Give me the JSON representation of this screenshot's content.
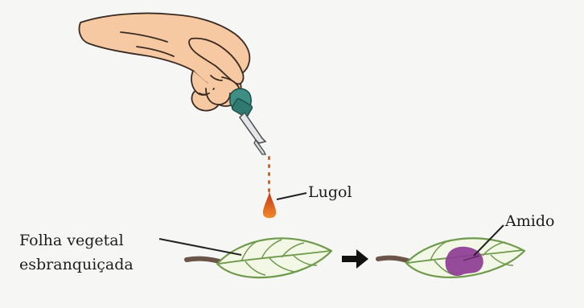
{
  "labels": {
    "lugol": "Lugol",
    "folha_line1": "Folha vegetal",
    "folha_line2": "esbranquiçada",
    "amido": "Amido"
  },
  "colors": {
    "background": "#f6f6f4",
    "skin": "#f6c9a3",
    "skin_outline": "#3a2b22",
    "dropper_cap": "#3d8f84",
    "dropper_glass": "#e3e7ea",
    "lugol_drop": "#d9621b",
    "leaf_fill": "#f3f7e6",
    "leaf_vein": "#6f9a4c",
    "stem": "#6b5548",
    "starch_stain": "#8e3c94",
    "text": "#1d1d1d"
  },
  "icons": {
    "hand": "hand-holding-dropper-icon",
    "dropper": "dropper-icon",
    "arrow": "right-arrow-icon"
  }
}
